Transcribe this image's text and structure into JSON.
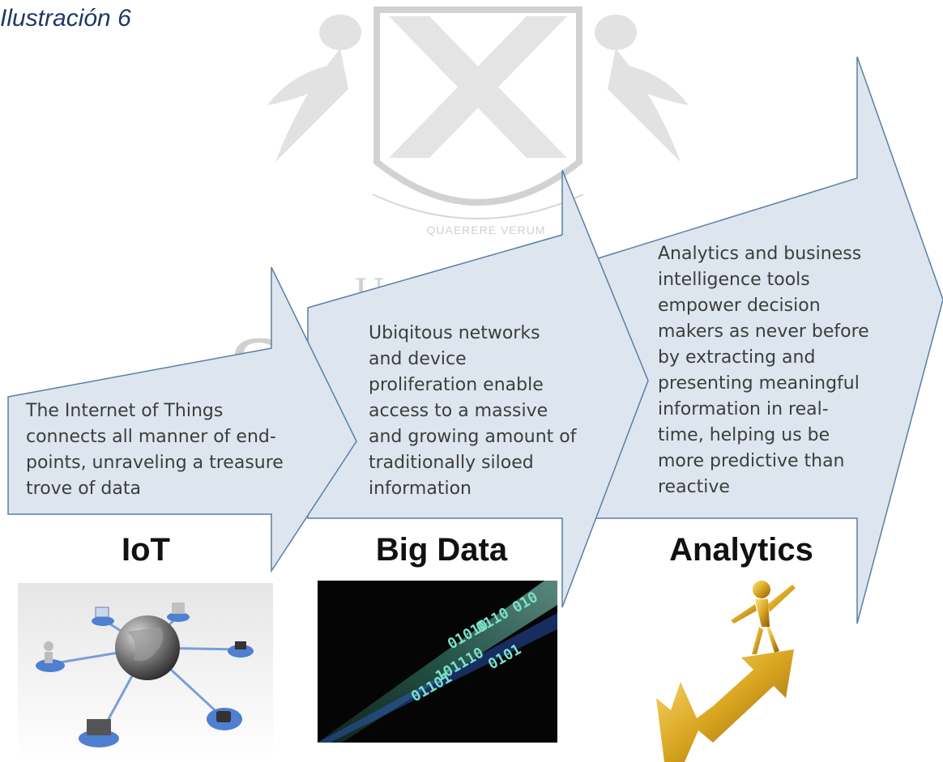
{
  "figure": {
    "caption": "Ilustración 6"
  },
  "watermark": {
    "motto": "QUAERERE VERUM",
    "line1": "Universidad de",
    "line2": "San Andrés"
  },
  "stages": [
    {
      "label": "IoT",
      "text": [
        "The Internet of Things",
        "connects all manner of end-",
        "points, unraveling a treasure",
        "trove of data"
      ],
      "illustration_icon": "network-globe-icon"
    },
    {
      "label": "Big Data",
      "text": [
        "Ubiqitous networks",
        "and device",
        "proliferation enable",
        "access to a massive",
        "and growing amount of",
        "traditionally siloed",
        "information"
      ],
      "illustration_icon": "binary-stream-icon"
    },
    {
      "label": "Analytics",
      "text": [
        "Analytics and business",
        "intelligence tools",
        "empower decision",
        "makers as never before",
        "by extracting and",
        "presenting meaningful",
        "information in real-",
        "time, helping us be",
        "more predictive than",
        "reactive"
      ],
      "illustration_icon": "rising-arrow-figure-icon"
    }
  ],
  "colors": {
    "arrow_fill": "#dde6ee",
    "arrow_stroke": "#5a7ea6",
    "caption": "#1f3864",
    "node_blue": "#4f7fd0",
    "data_green": "#7ce0c8",
    "gold": "#d9a520"
  }
}
